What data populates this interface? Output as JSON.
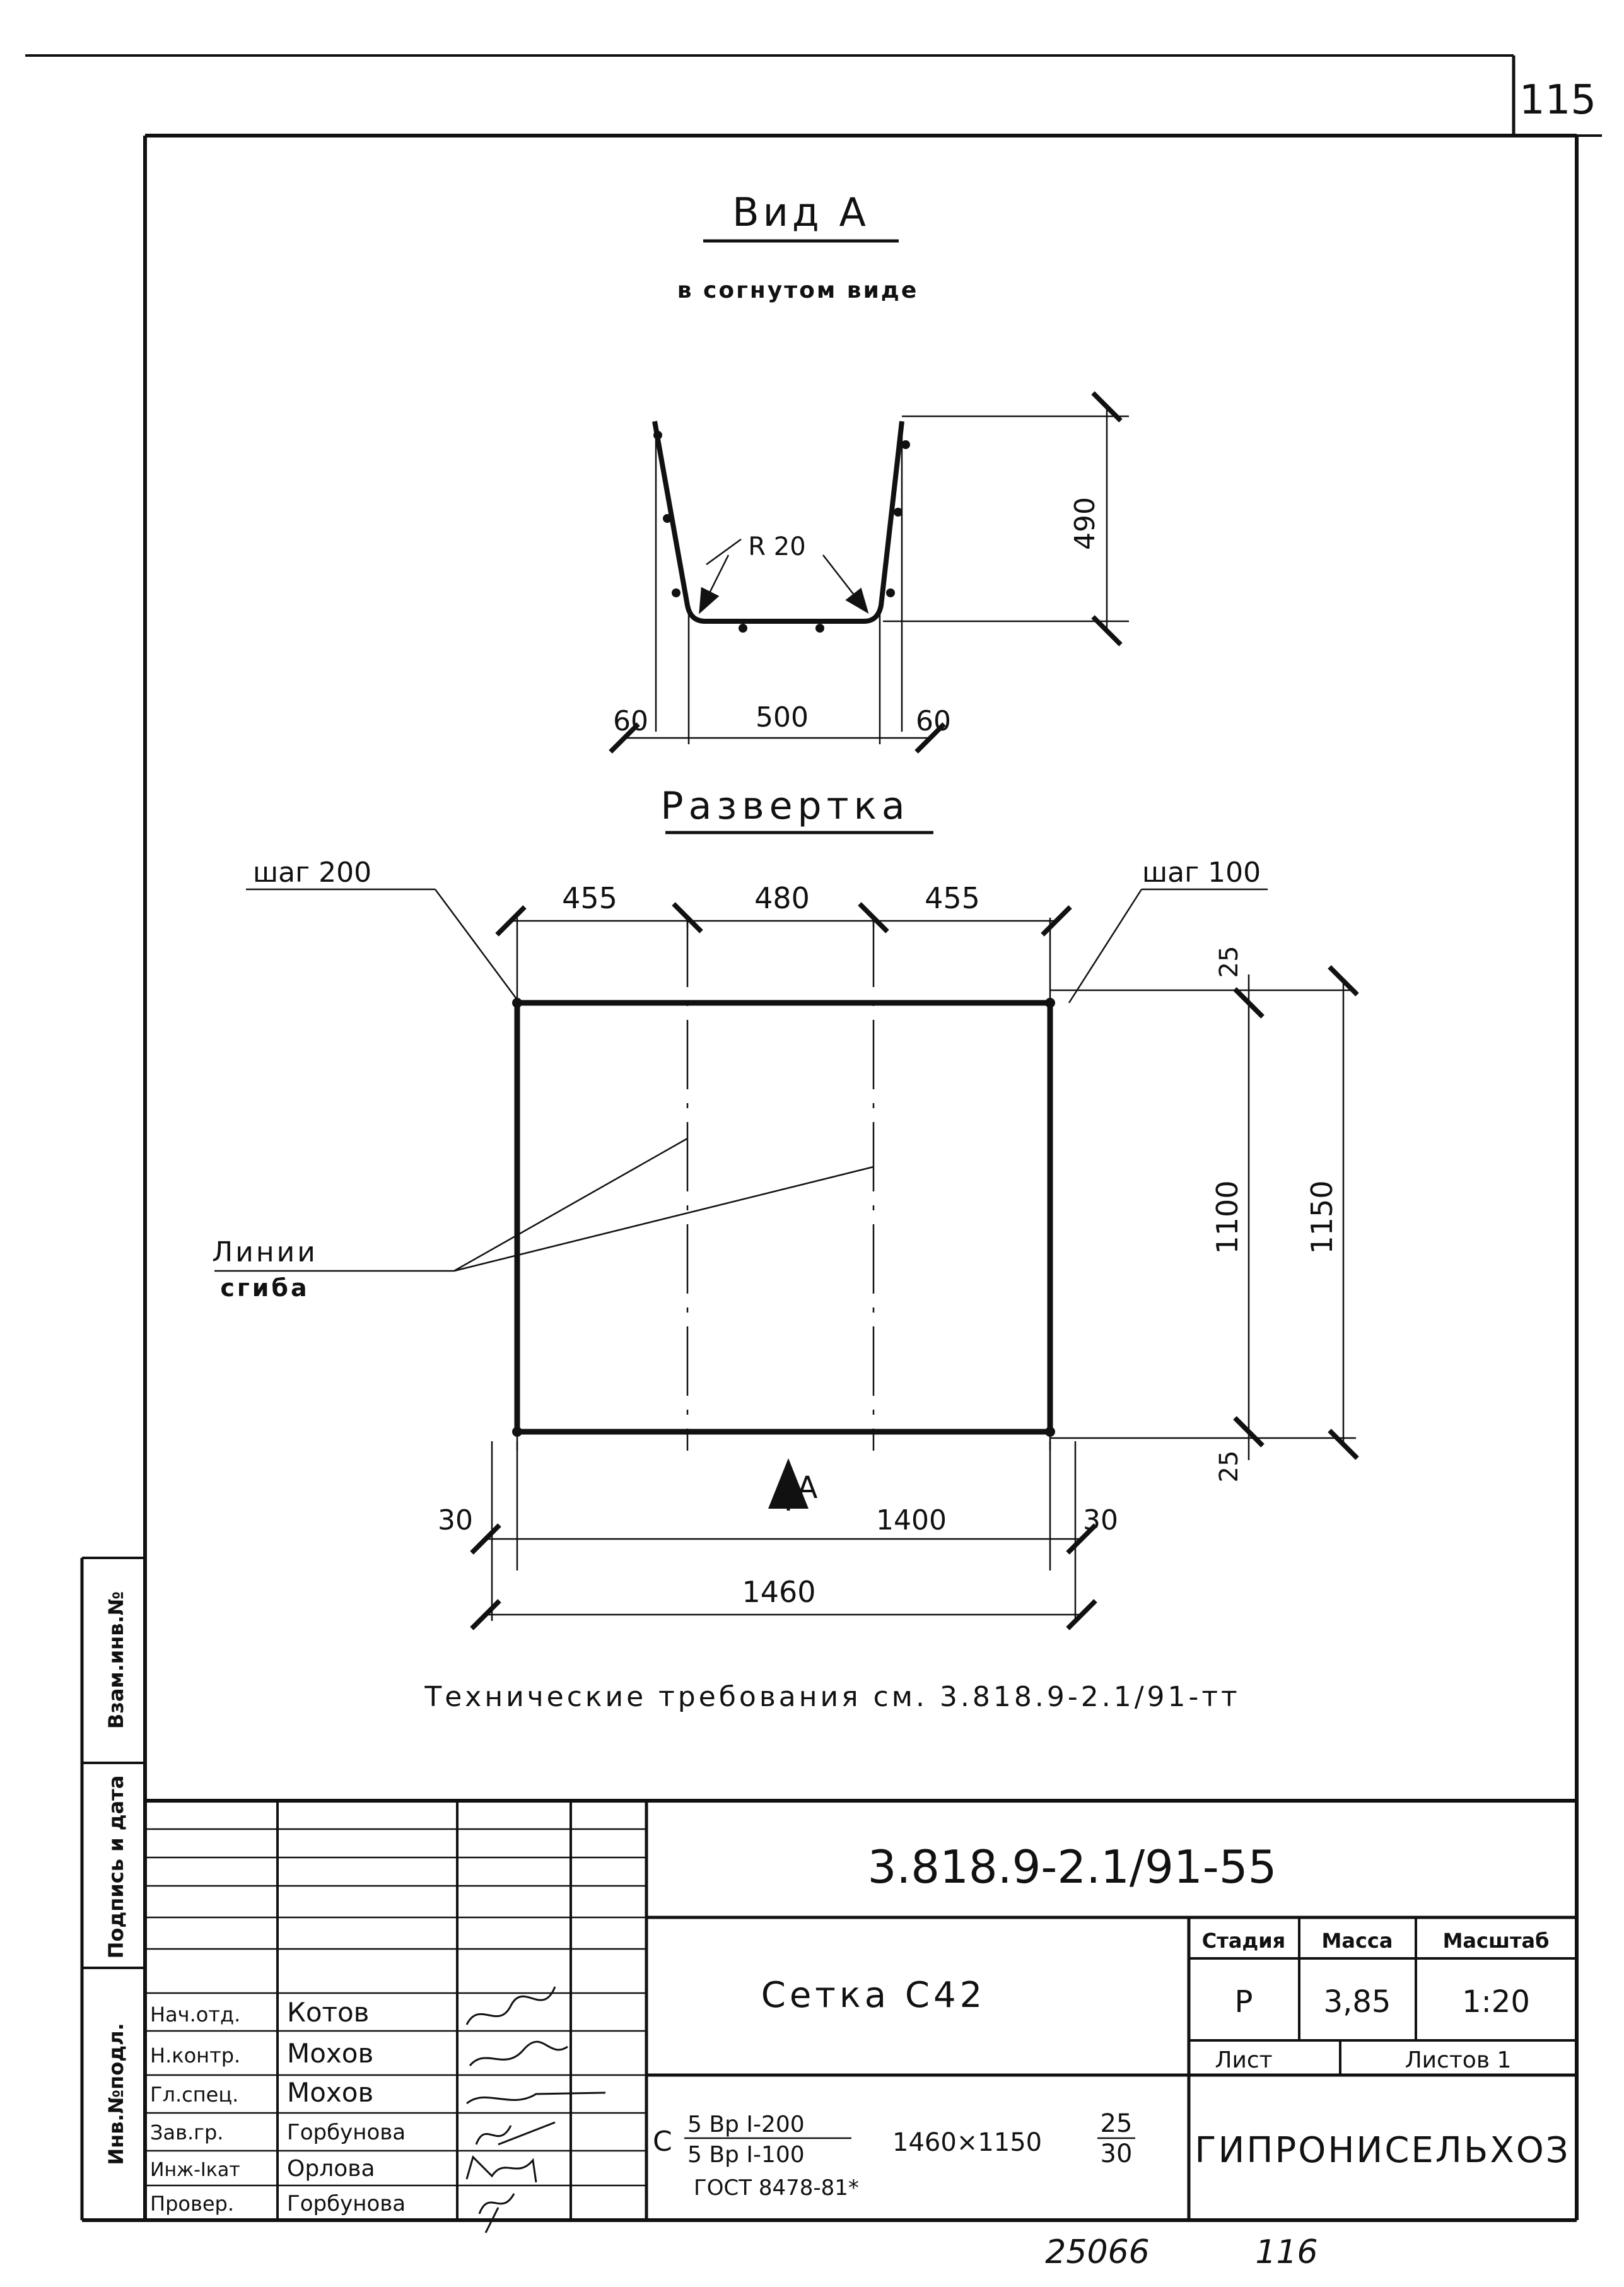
{
  "page_number": "115",
  "view_a": {
    "title": "Вид А",
    "subtitle": "в согнутом виде",
    "radius_label": "R 20",
    "height_dim": "490",
    "left_dim": "60",
    "base_dim": "500",
    "right_dim": "60"
  },
  "development": {
    "title": "Развертка",
    "step_left": "шаг 200",
    "step_right": "шаг 100",
    "dim_top_left": "455",
    "dim_top_mid": "480",
    "dim_top_right": "455",
    "dim_offset_top": "25",
    "dim_offset_bottom": "25",
    "dim_height_inner": "1100",
    "dim_height_outer": "1150",
    "bend_lines_label_1": "Линии",
    "bend_lines_label_2": "сгиба",
    "arrow_label": "А",
    "dim_bottom_left": "30",
    "dim_bottom_mid": "1400",
    "dim_bottom_right": "30",
    "dim_total": "1460"
  },
  "tech_requirements": "Технические требования см. 3.818.9-2.1/91-тт",
  "side_stamp": {
    "inv_podl": "Инв.№подл.",
    "podpis_data": "Подпись и дата",
    "vzam_inv": "Взам.инв.№"
  },
  "title_block": {
    "doc_code": "3.818.9-2.1/91-55",
    "item_name": "Сетка С42",
    "stage_header": "Стадия",
    "mass_header": "Масса",
    "scale_header": "Масштаб",
    "stage_value": "Р",
    "mass_value": "3,85",
    "scale_value": "1:20",
    "sheet_label": "Лист",
    "sheets_label": "Листов 1",
    "organization": "ГИПРОНИСЕЛЬХОЗ",
    "spec_prefix": "С",
    "spec_num_top": "5 Вр I-200",
    "spec_num_bottom": "5 Вр I-100",
    "spec_size": "1460×1150",
    "spec_frac_top": "25",
    "spec_frac_bottom": "30",
    "spec_standard": "ГОСТ 8478-81*",
    "staff": [
      {
        "role": "Нач.отд.",
        "name": "Котов"
      },
      {
        "role": "Н.контр.",
        "name": "Мохов"
      },
      {
        "role": "Гл.спец.",
        "name": "Мохов"
      },
      {
        "role": "Зав.гр.",
        "name": "Горбунова"
      },
      {
        "role": "Инж-Iкат",
        "name": "Орлова"
      },
      {
        "role": "Провер.",
        "name": "Горбунова"
      }
    ]
  },
  "footer_left": "25066",
  "footer_right": "116"
}
